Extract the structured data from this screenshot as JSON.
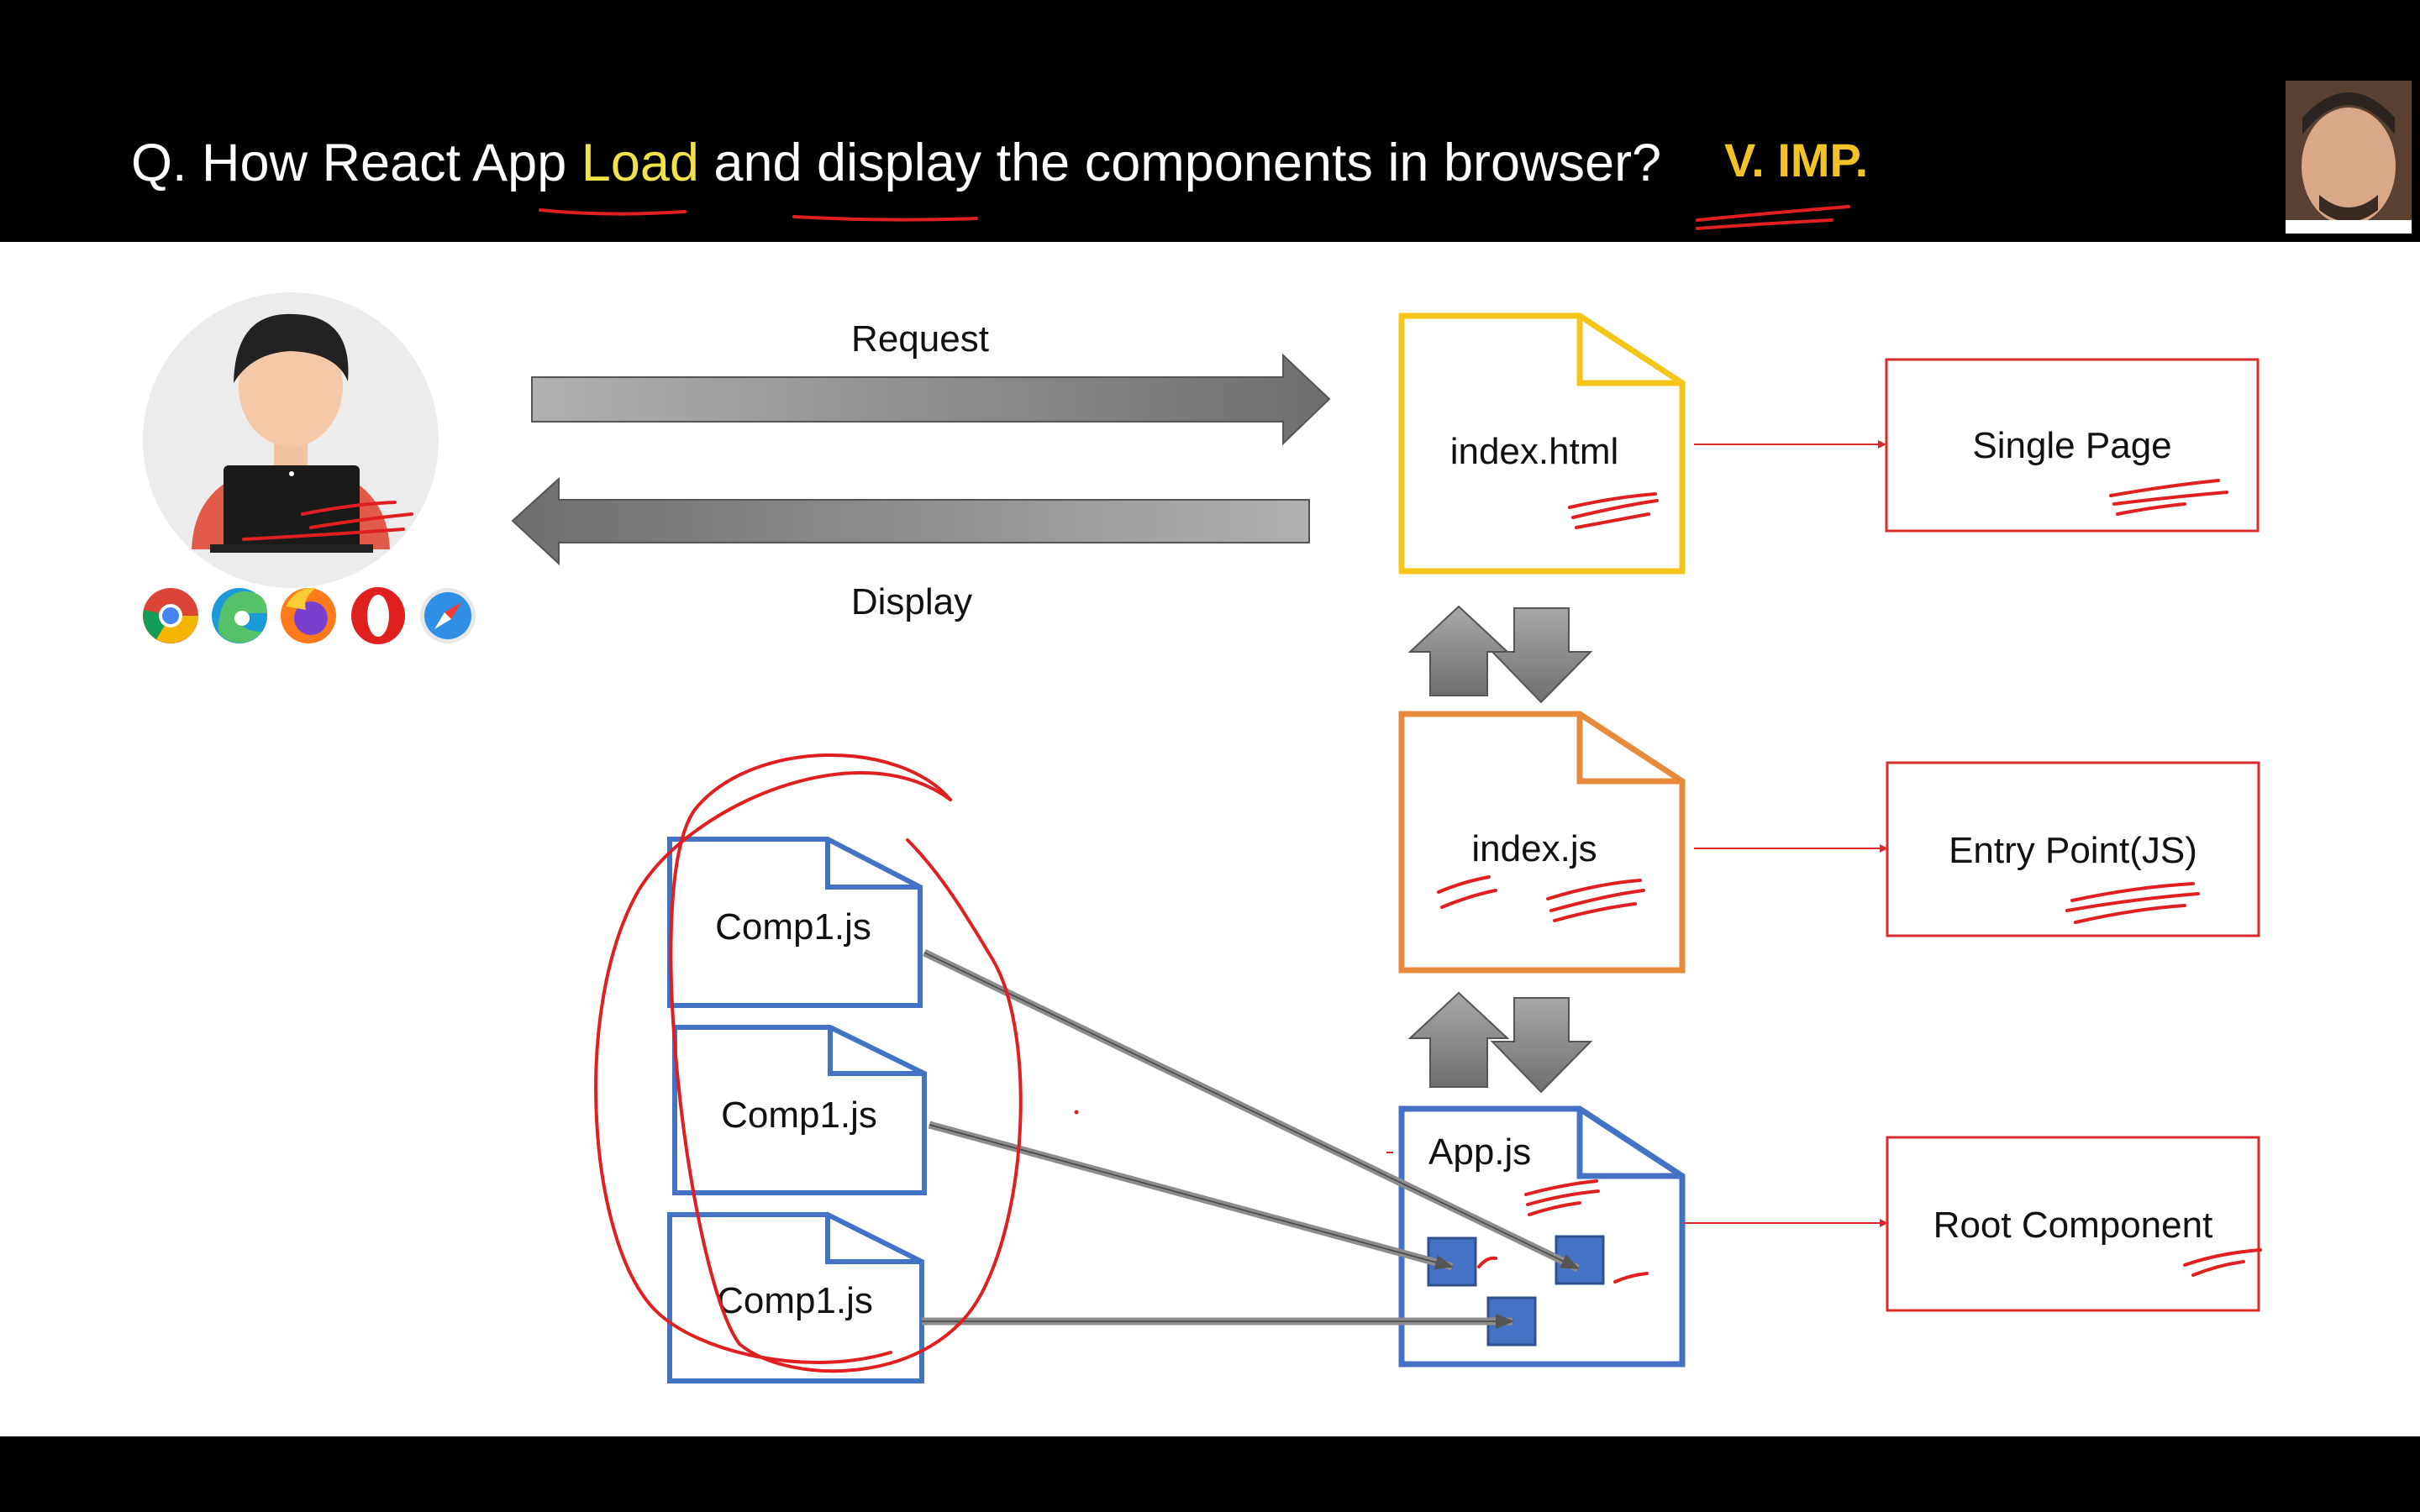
{
  "title": {
    "prefix": "Q. How React App ",
    "load": "Load",
    "middle": " and ",
    "display": "display",
    "suffix": " the components in browser?",
    "badge": "V. IMP."
  },
  "arrows": {
    "request": "Request",
    "display": "Display"
  },
  "files": {
    "index_html": "index.html",
    "index_js": "index.js",
    "app_js": "App.js",
    "components": [
      "Comp1.js",
      "Comp1.js",
      "Comp1.js"
    ]
  },
  "descriptions": {
    "single_page": "Single Page",
    "entry_point": "Entry Point(JS)",
    "root_component": "Root Component"
  },
  "colors": {
    "index_html": "#f5c518",
    "index_js": "#e88a3c",
    "app_js": "#4472c4",
    "component": "#4472c4",
    "desc_border": "#d92b2b",
    "annotation": "#e02020",
    "arrow_gray": "#8c8c8c"
  },
  "icons": [
    "user-avatar-icon",
    "chrome-icon",
    "edge-icon",
    "firefox-icon",
    "opera-icon",
    "safari-icon",
    "presenter-avatar"
  ]
}
